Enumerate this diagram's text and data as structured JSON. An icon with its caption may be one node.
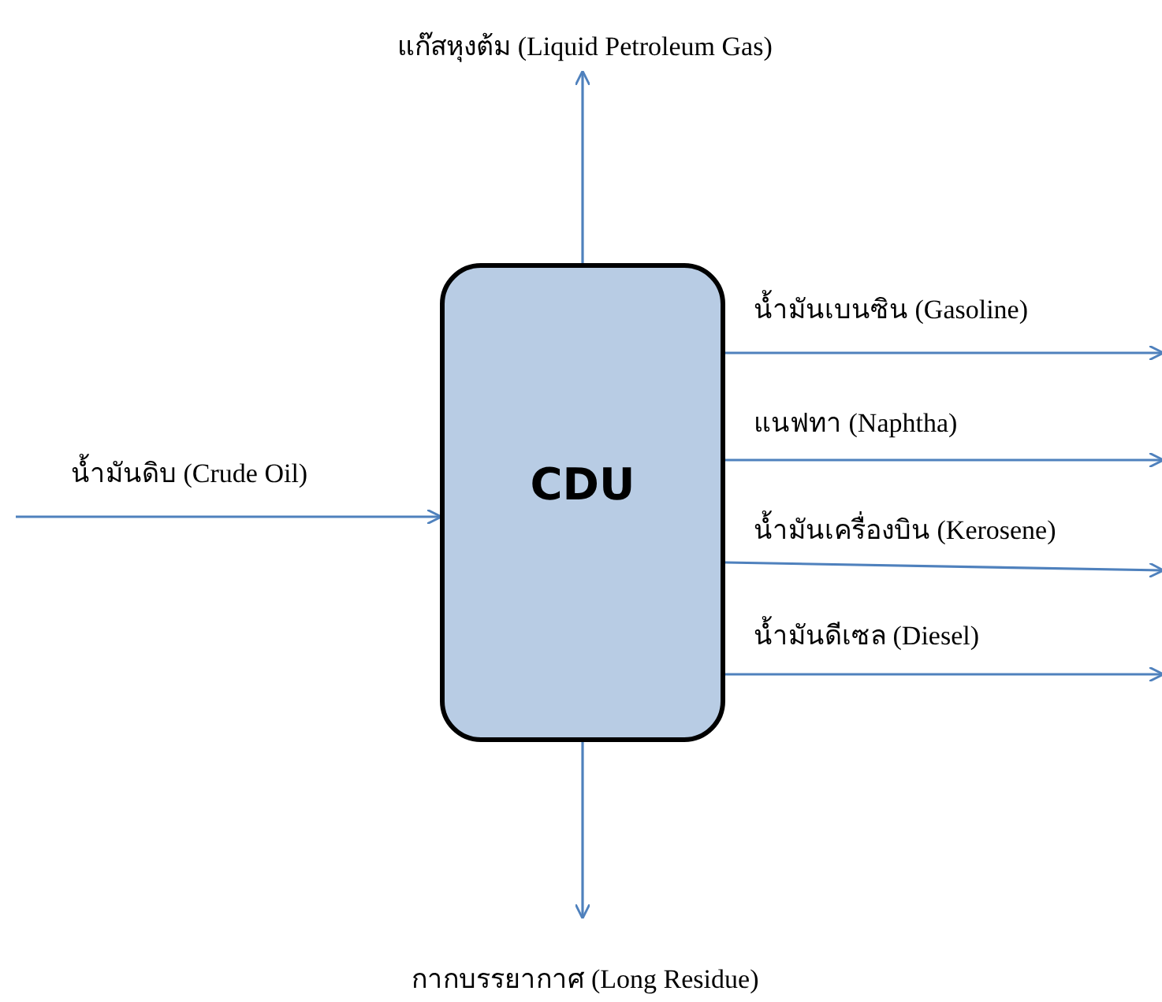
{
  "diagram": {
    "nodes": [
      {
        "text": [
          "แก๊สหุงต้ม (Liquid Petroleum Gas)"
        ]
      },
      {
        "text": [
          "CDU"
        ]
      },
      {
        "text": [
          "กากบรรยากาศ (Long Residue)"
        ]
      }
    ],
    "edges": [
      {
        "from": 1,
        "to": 0,
        "arrow": "to"
      },
      {
        "from": 1,
        "to": null,
        "arrow": "to",
        "label": "น้ำมันเบนซิน (Gasoline)"
      },
      {
        "from": 1,
        "to": null,
        "arrow": "to",
        "label": "แนฟทา (Naphtha)"
      },
      {
        "from": 1,
        "to": null,
        "arrow": "to",
        "label": "น้ำมันเครื่องบิน (Kerosene)"
      },
      {
        "from": 1,
        "to": null,
        "arrow": "to",
        "label": "น้ำมันดีเซล (Diesel)"
      },
      {
        "from": null,
        "to": 1,
        "arrow": "to",
        "label": "น้ำมันดิบ (Crude Oil)"
      },
      {
        "from": 1,
        "to": 2,
        "arrow": "to"
      }
    ]
  }
}
